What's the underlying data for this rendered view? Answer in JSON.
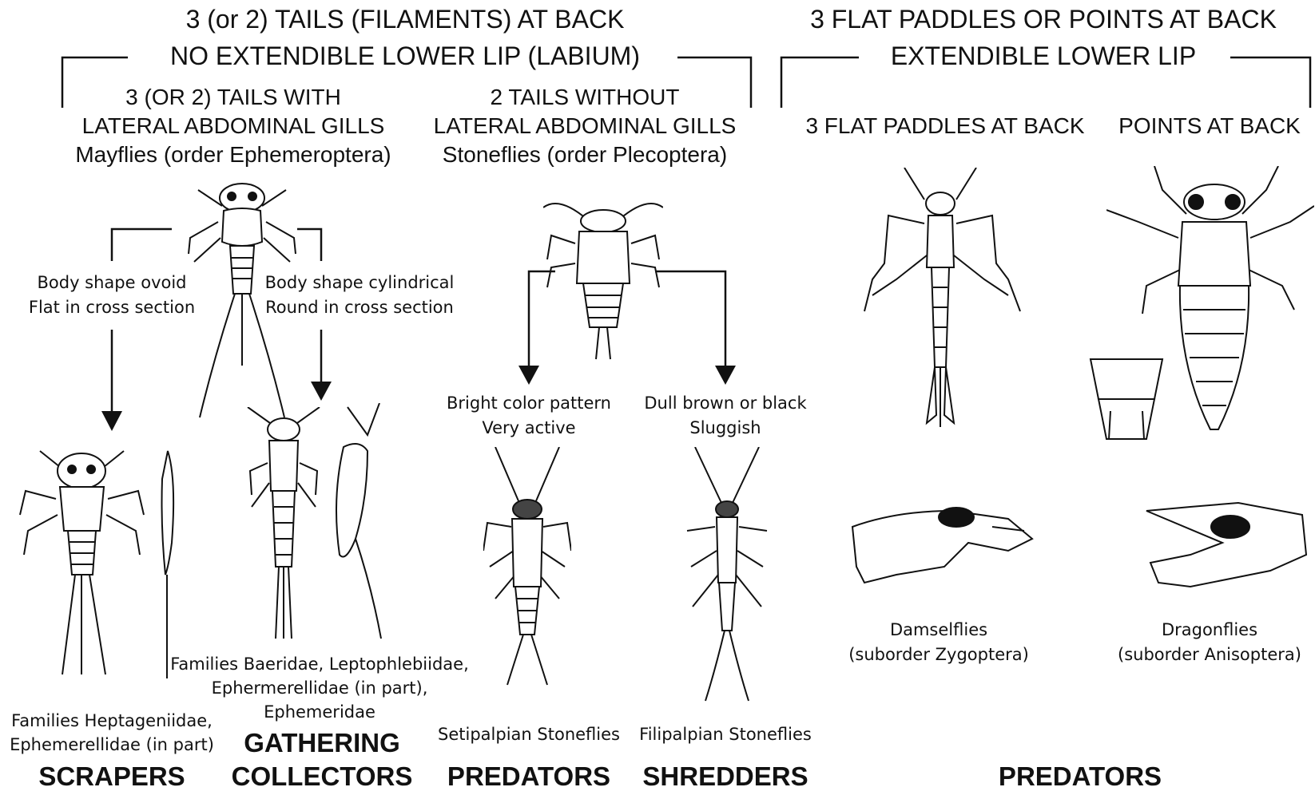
{
  "headers": {
    "left_title": "3 (or 2) TAILS (FILAMENTS) AT BACK",
    "left_subtitle": "NO EXTENDIBLE LOWER LIP (LABIUM)",
    "right_title": "3 FLAT PADDLES OR POINTS AT BACK",
    "right_subtitle": "EXTENDIBLE LOWER LIP"
  },
  "groups": {
    "mayflies": {
      "line1": "3 (OR 2) TAILS WITH",
      "line2": "LATERAL ABDOMINAL GILLS",
      "line3": "Mayflies (order Ephemeroptera)"
    },
    "stoneflies": {
      "line1": "2 TAILS WITHOUT",
      "line2": "LATERAL ABDOMINAL GILLS",
      "line3": "Stoneflies (order Plecoptera)"
    },
    "damsel_paddles": "3 FLAT PADDLES AT BACK",
    "dragon_points": "POINTS AT BACK"
  },
  "branches": {
    "ovoid": {
      "line1": "Body shape ovoid",
      "line2": "Flat in cross section"
    },
    "cylindrical": {
      "line1": "Body shape cylindrical",
      "line2": "Round in cross section"
    },
    "bright": {
      "line1": "Bright color pattern",
      "line2": "Very active"
    },
    "dull": {
      "line1": "Dull brown or black",
      "line2": "Sluggish"
    }
  },
  "families": {
    "scrapers": {
      "line1": "Families Heptageniidae,",
      "line2": "Ephemerellidae (in part)"
    },
    "gathering": {
      "line1": "Families Baeridae, Leptophlebiidae,",
      "line2": "Ephermerellidae (in part),",
      "line3": "Ephemeridae"
    },
    "setipalpian": "Setipalpian Stoneflies",
    "filipalpian": "Filipalpian Stoneflies",
    "damselflies": {
      "line1": "Damselflies",
      "line2": "(suborder Zygoptera)"
    },
    "dragonflies": {
      "line1": "Dragonflies",
      "line2": "(suborder Anisoptera)"
    }
  },
  "categories": {
    "scrapers": "SCRAPERS",
    "gathering_line1": "GATHERING",
    "gathering_line2": "COLLECTORS",
    "predators_stonefly": "PREDATORS",
    "shredders": "SHREDDERS",
    "predators_odonata": "PREDATORS"
  }
}
